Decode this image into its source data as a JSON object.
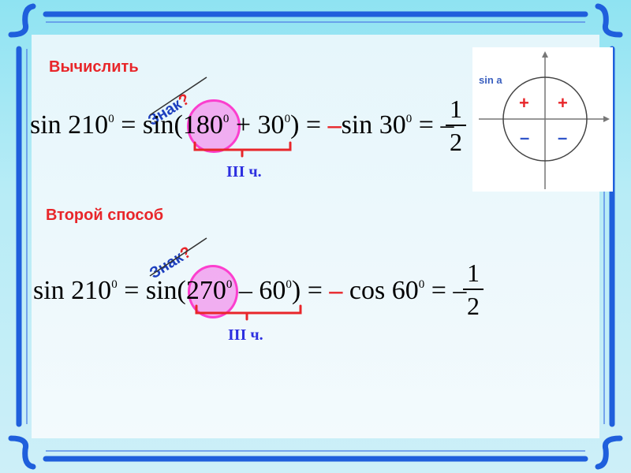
{
  "colors": {
    "heading": "#e8262a",
    "znak": "#1d3fbf",
    "quarter": "#2d2fe0",
    "highlight_fill": "#f2a1f0",
    "highlight_stroke": "#ff1fc7",
    "frame": "#1f5fdc"
  },
  "section1": {
    "heading": "Вычислить",
    "znak": "Знак",
    "znak_q": "?",
    "lhs": "sin 210",
    "eq1": " = sin(",
    "angle1": "180",
    "rest1": " + 30",
    "close1": ")",
    "eq2": " = ",
    "neg": "–",
    "rhs": "sin 30",
    "eq3": " = –",
    "frac_num": "1",
    "frac_den": "2",
    "quarter": "III ч."
  },
  "section2": {
    "heading": "Второй способ",
    "znak": "Знак",
    "znak_q": "?",
    "lhs": "sin 210",
    "eq1": " = sin(",
    "angle1": "270",
    "rest1": " – 60",
    "close1": ")",
    "eq2": " = ",
    "neg": "–",
    "rhs": " cos 60",
    "eq3": " = –",
    "frac_num": "1",
    "frac_den": "2",
    "quarter": "III ч."
  },
  "degree": "0",
  "unit_circle": {
    "label": "sin a",
    "signs": {
      "q1": "+",
      "q2": "+",
      "q3": "–",
      "q4": "–"
    }
  }
}
